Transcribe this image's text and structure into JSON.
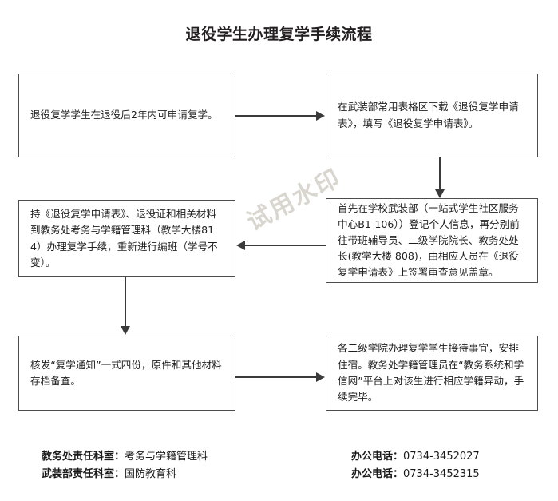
{
  "title": "退役学生办理复学手续流程",
  "watermark": "试用水印",
  "flowchart": {
    "nodes": [
      {
        "id": "node-1",
        "name": "step-apply-window",
        "text": "退役复学学生在退役后2年内可申请复学。"
      },
      {
        "id": "node-2",
        "name": "step-download-form",
        "text": "在武装部常用表格区下载《退役复学申请表》，填写《退役复学申请表》。"
      },
      {
        "id": "node-3",
        "name": "step-register-and-sign",
        "text": "首先在学校武装部（一站式学生社区服务中心B1-106））登记个人信息，再分别前往带班辅导员、二级学院院长、教务处处长(教学大楼 808)，由相应人员在《退役复学申请表》上签署审查意见盖章。"
      },
      {
        "id": "node-4",
        "name": "step-submit-to-academic-affairs",
        "text": "持《退役复学申请表》、退役证和相关材料到教务处考务与学籍管理科（教学大楼814）办理复学手续，重新进行编班（学号不变）。"
      },
      {
        "id": "node-5",
        "name": "step-issue-notice",
        "text": "核发“复学通知”一式四份，原件和其他材料存档备查。"
      },
      {
        "id": "node-6",
        "name": "step-college-reception",
        "text": "各二级学院办理复学学生接待事宜，安排住宿。教务处学籍管理员在“教务系统和学信网”平台上对该生进行相应学籍异动，手续完毕。"
      }
    ],
    "connectors": [
      {
        "id": "conn-1",
        "name": "arrow-node1-to-node2",
        "direction": "right"
      },
      {
        "id": "conn-2",
        "name": "arrow-node2-to-node3",
        "direction": "down"
      },
      {
        "id": "conn-3",
        "name": "arrow-node3-to-node4",
        "direction": "left"
      },
      {
        "id": "conn-4",
        "name": "arrow-node4-to-node5",
        "direction": "down"
      },
      {
        "id": "conn-5",
        "name": "arrow-node5-to-node6",
        "direction": "right"
      }
    ]
  },
  "footer": {
    "left": [
      {
        "label": "教务处责任科室：",
        "value": "考务与学籍管理科"
      },
      {
        "label": "武装部责任科室：",
        "value": "国防教育科"
      }
    ],
    "right": [
      {
        "label": "办公电话：",
        "value": "0734-3452027"
      },
      {
        "label": "办公电话：",
        "value": "0734-3452315"
      }
    ]
  },
  "colors": {
    "border": "#4d4d4d",
    "connector": "#3a3a3a",
    "text": "#1f1f1f",
    "watermark": "#d8d4cd"
  }
}
